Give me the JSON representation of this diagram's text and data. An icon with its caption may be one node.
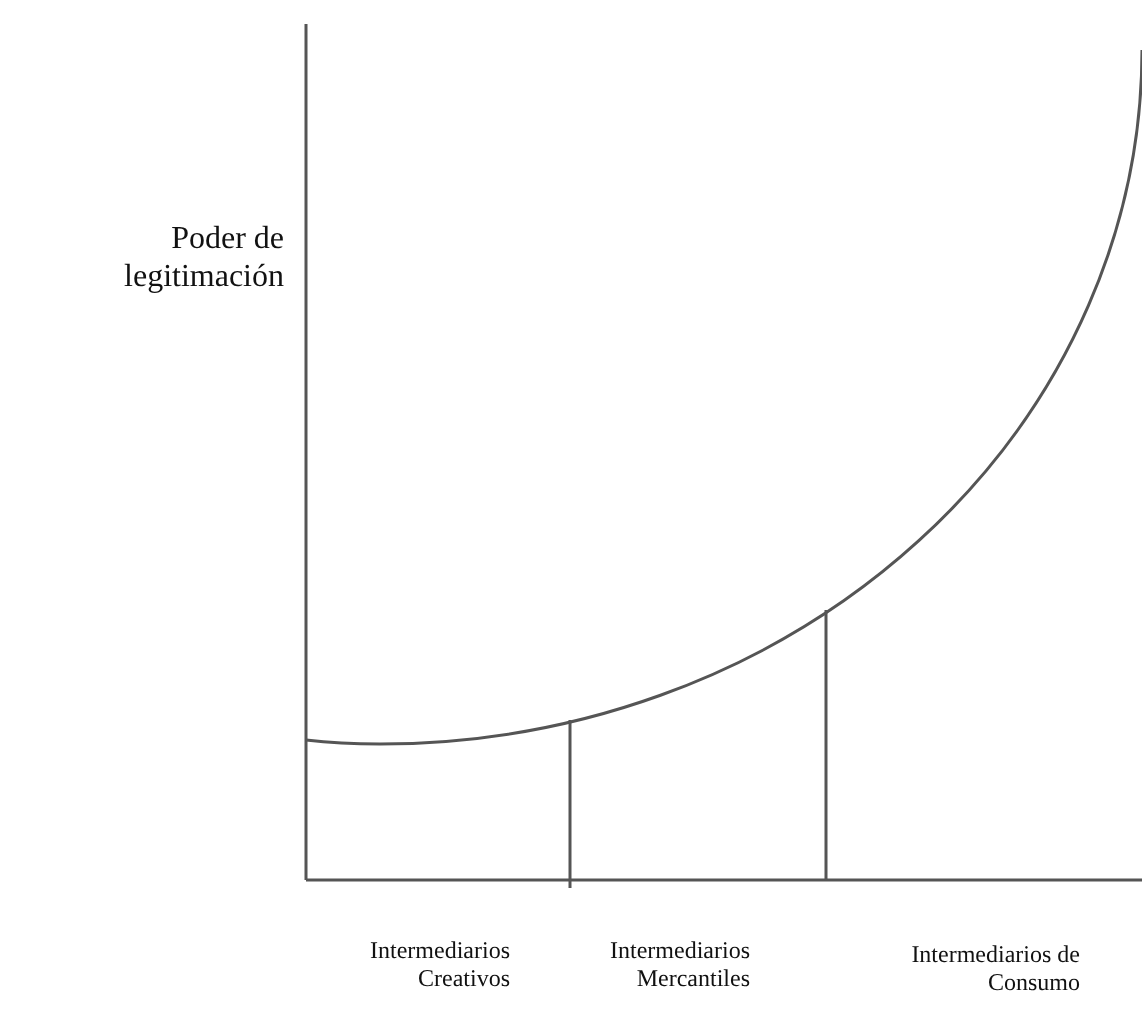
{
  "diagram": {
    "labels": [
      "Poder de legitimación",
      "Intermediarios Creativos",
      "Intermediarios Mercantiles",
      "Intermediarios de Consumo"
    ]
  }
}
